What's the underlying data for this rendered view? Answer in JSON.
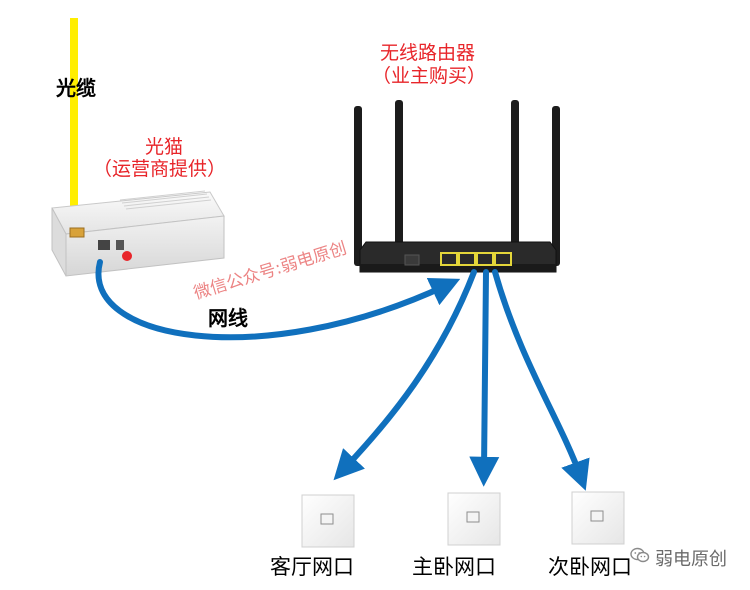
{
  "labels": {
    "cable": "光缆",
    "modem": "光猫",
    "modem_sub": "（运营商提供）",
    "router": "无线路由器",
    "router_sub": "（业主购买）",
    "network_cable": "网线",
    "watermark": "微信公众号:弱电原创"
  },
  "ports": [
    {
      "label": "客厅网口"
    },
    {
      "label": "主卧网口"
    },
    {
      "label": "次卧网口"
    }
  ],
  "brand": {
    "name": "弱电原创",
    "icon": "wechat-icon"
  },
  "colors": {
    "arrow": "#1070bd",
    "cable": "#ffee00",
    "label_red": "#e8252a",
    "router_ports": "#e4d63a"
  }
}
